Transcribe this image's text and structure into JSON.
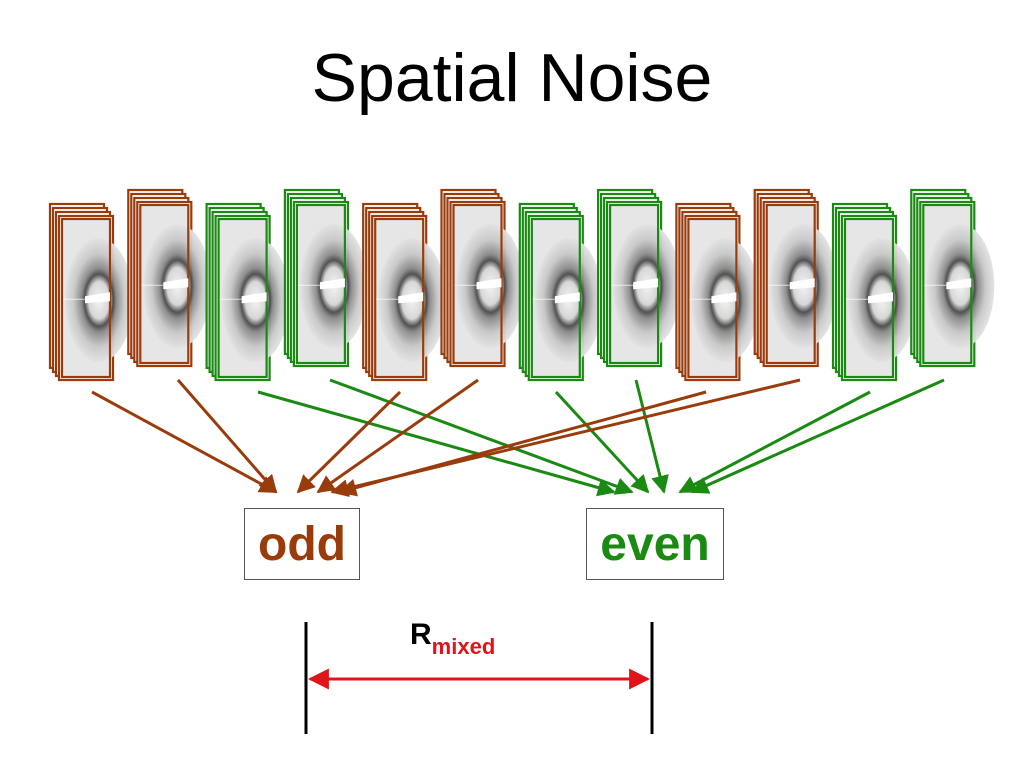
{
  "title": "Spatial Noise",
  "labels": {
    "odd": "odd",
    "even": "even",
    "r_main": "R",
    "r_sub": "mixed"
  },
  "colors": {
    "odd": "#9a3b0c",
    "even": "#1a8a12",
    "measure": "#e0141a",
    "text": "#000000"
  },
  "stacks": [
    {
      "group": "odd",
      "offset": "low"
    },
    {
      "group": "odd",
      "offset": "high"
    },
    {
      "group": "even",
      "offset": "low"
    },
    {
      "group": "even",
      "offset": "high"
    },
    {
      "group": "odd",
      "offset": "low"
    },
    {
      "group": "odd",
      "offset": "high"
    },
    {
      "group": "even",
      "offset": "low"
    },
    {
      "group": "even",
      "offset": "high"
    },
    {
      "group": "odd",
      "offset": "low"
    },
    {
      "group": "odd",
      "offset": "high"
    },
    {
      "group": "even",
      "offset": "low"
    },
    {
      "group": "even",
      "offset": "high"
    }
  ]
}
